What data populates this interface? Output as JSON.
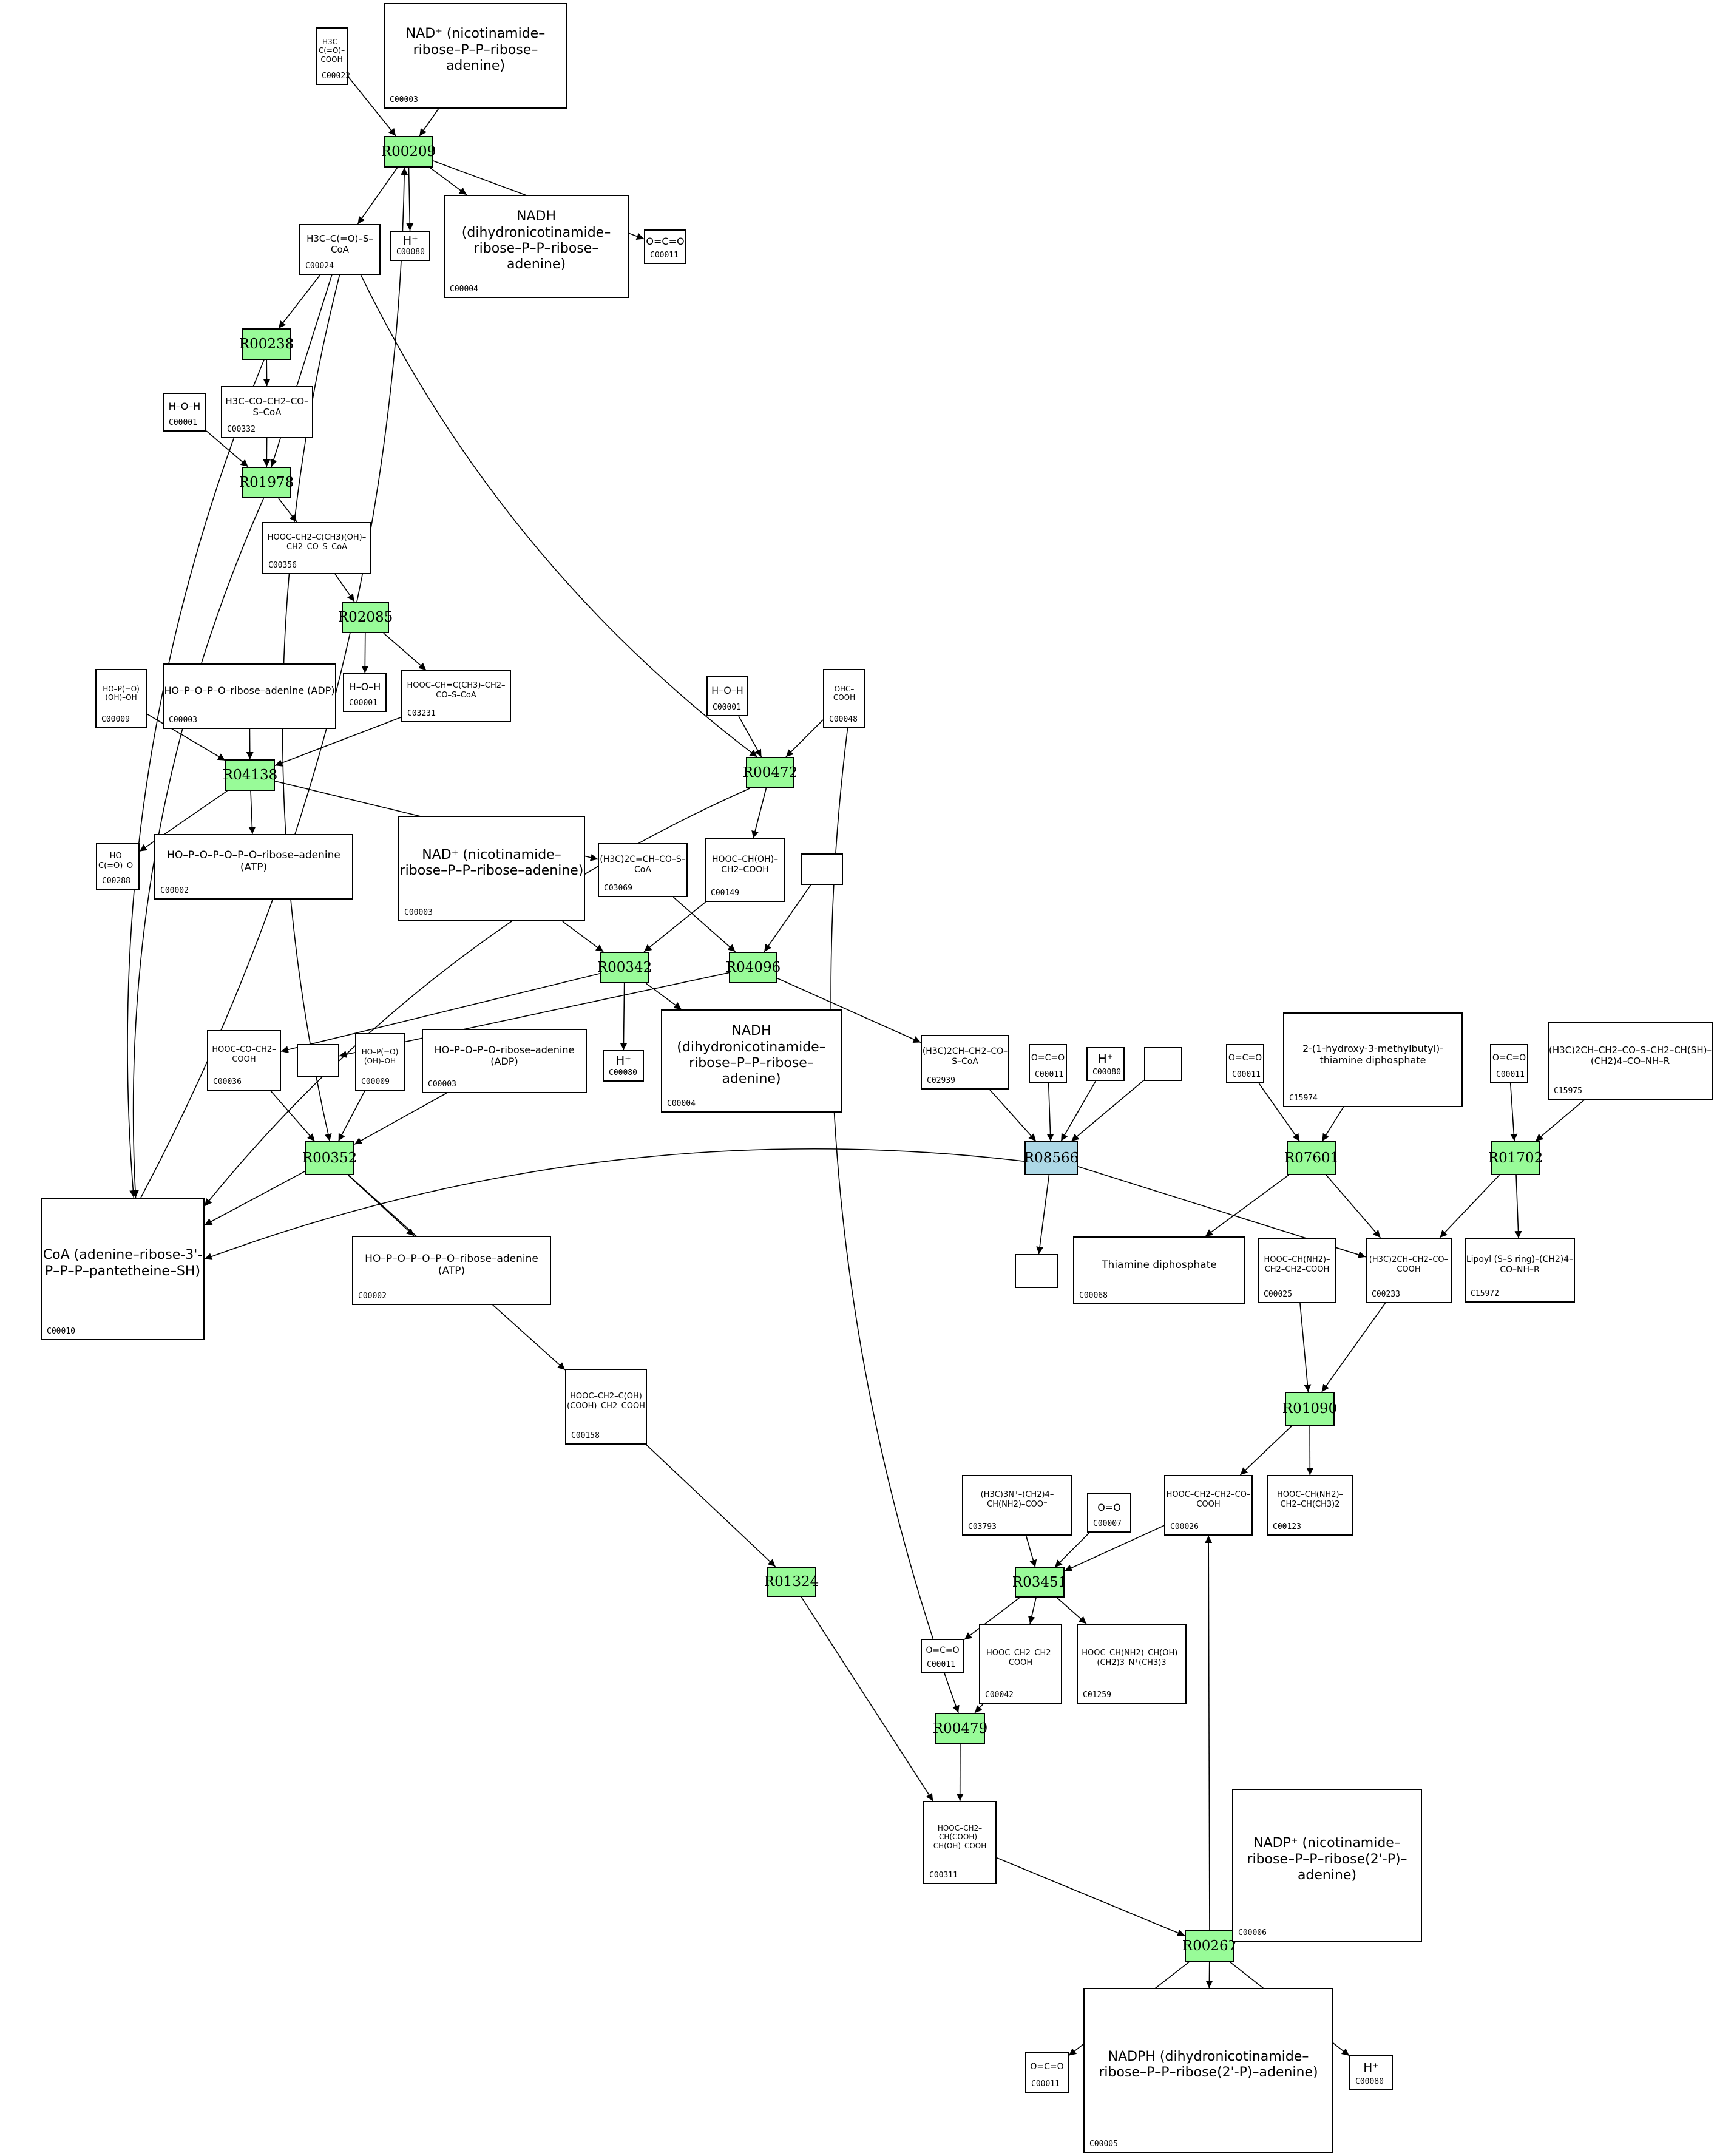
{
  "diagram": {
    "type": "metabolic-pathway",
    "colors": {
      "reaction_default": "#98fb98",
      "reaction_highlight": "#add8e6",
      "compound_bg": "#ffffff",
      "edge": "#000000"
    },
    "reactions": [
      {
        "id": "r1",
        "label": "R00209",
        "style": "green"
      },
      {
        "id": "r2",
        "label": "R00238",
        "style": "green"
      },
      {
        "id": "r3",
        "label": "R01978",
        "style": "green"
      },
      {
        "id": "r4",
        "label": "R02085",
        "style": "green"
      },
      {
        "id": "r5",
        "label": "R04138",
        "style": "green"
      },
      {
        "id": "r6",
        "label": "R00472",
        "style": "green"
      },
      {
        "id": "r7",
        "label": "R00342",
        "style": "green"
      },
      {
        "id": "r8",
        "label": "R04096",
        "style": "green"
      },
      {
        "id": "r9",
        "label": "R00352",
        "style": "green"
      },
      {
        "id": "r10",
        "label": "R08566",
        "style": "blue"
      },
      {
        "id": "r11",
        "label": "R07601",
        "style": "green"
      },
      {
        "id": "r12",
        "label": "R01702",
        "style": "green"
      },
      {
        "id": "r13",
        "label": "R01090",
        "style": "green"
      },
      {
        "id": "r14",
        "label": "R01324",
        "style": "green"
      },
      {
        "id": "r15",
        "label": "R03451",
        "style": "green"
      },
      {
        "id": "r16",
        "label": "R00479",
        "style": "green"
      },
      {
        "id": "r17",
        "label": "R00267",
        "style": "green"
      }
    ],
    "compounds": [
      {
        "id": "c1",
        "cid": "C00022",
        "structure": "H3C–C(=O)–COOH"
      },
      {
        "id": "c2",
        "cid": "C00003",
        "structure": "NAD⁺ (nicotinamide–ribose–P–P–ribose–adenine)"
      },
      {
        "id": "c3",
        "cid": "C00024",
        "structure": "H3C–C(=O)–S–CoA"
      },
      {
        "id": "c4",
        "cid": "C00080",
        "structure": "H⁺"
      },
      {
        "id": "c5",
        "cid": "C00004",
        "structure": "NADH (dihydronicotinamide–ribose–P–P–ribose–adenine)"
      },
      {
        "id": "c6",
        "cid": "C00011",
        "structure": "O=C=O"
      },
      {
        "id": "c7",
        "cid": "C00001",
        "structure": "H–O–H"
      },
      {
        "id": "c8",
        "cid": "C00332",
        "structure": "H3C–CO–CH2–CO–S–CoA"
      },
      {
        "id": "c9",
        "cid": "C00356",
        "structure": "HOOC–CH2–C(CH3)(OH)–CH2–CO–S–CoA"
      },
      {
        "id": "c10",
        "cid": "C00009",
        "structure": "HO–P(=O)(OH)–OH"
      },
      {
        "id": "c11",
        "cid": "C00003",
        "structure": "HO–P–O–P–O–ribose–adenine (ADP)"
      },
      {
        "id": "c12",
        "cid": "C00001",
        "structure": "H–O–H"
      },
      {
        "id": "c13",
        "cid": "C03231",
        "structure": "HOOC–CH=C(CH3)–CH2–CO–S–CoA"
      },
      {
        "id": "c14",
        "cid": "C00288",
        "structure": "HO–C(=O)–O⁻"
      },
      {
        "id": "c15",
        "cid": "C00002",
        "structure": "HO–P–O–P–O–P–O–ribose–adenine (ATP)"
      },
      {
        "id": "c16",
        "cid": "C00003",
        "structure": "NAD⁺ (nicotinamide–ribose–P–P–ribose–adenine)"
      },
      {
        "id": "c17",
        "cid": "C03069",
        "structure": "(H3C)2C=CH–CO–S–CoA"
      },
      {
        "id": "c18",
        "cid": "C00001",
        "structure": "H–O–H"
      },
      {
        "id": "c19",
        "cid": "C00048",
        "structure": "OHC–COOH"
      },
      {
        "id": "c20",
        "cid": "C00149",
        "structure": "HOOC–CH(OH)–CH2–COOH"
      },
      {
        "id": "c21",
        "cid": "",
        "structure": ""
      },
      {
        "id": "c22",
        "cid": "C00036",
        "structure": "HOOC–CO–CH2–COOH"
      },
      {
        "id": "c23",
        "cid": "",
        "structure": ""
      },
      {
        "id": "c24",
        "cid": "C00009",
        "structure": "HO–P(=O)(OH)–OH"
      },
      {
        "id": "c25",
        "cid": "C00003",
        "structure": "HO–P–O–P–O–ribose–adenine (ADP)"
      },
      {
        "id": "c26",
        "cid": "C00080",
        "structure": "H⁺"
      },
      {
        "id": "c27",
        "cid": "C00004",
        "structure": "NADH (dihydronicotinamide–ribose–P–P–ribose–adenine)"
      },
      {
        "id": "c28",
        "cid": "C02939",
        "structure": "(H3C)2CH–CH2–CO–S–CoA"
      },
      {
        "id": "c29",
        "cid": "C00011",
        "structure": "O=C=O"
      },
      {
        "id": "c30",
        "cid": "C00080",
        "structure": "H⁺"
      },
      {
        "id": "c31",
        "cid": "",
        "structure": ""
      },
      {
        "id": "c32",
        "cid": "",
        "structure": ""
      },
      {
        "id": "c33",
        "cid": "C00011",
        "structure": "O=C=O"
      },
      {
        "id": "c34",
        "cid": "C15974",
        "structure": "2-(1-hydroxy-3-methylbutyl)-thiamine diphosphate"
      },
      {
        "id": "c35",
        "cid": "C00011",
        "structure": "O=C=O"
      },
      {
        "id": "c36",
        "cid": "C15975",
        "structure": "(H3C)2CH–CH2–CO–S–CH2–CH(SH)–(CH2)4–CO–NH–R"
      },
      {
        "id": "c37",
        "cid": "C00068",
        "structure": "Thiamine diphosphate"
      },
      {
        "id": "c38",
        "cid": "C00025",
        "structure": "HOOC–CH(NH2)–CH2–CH2–COOH"
      },
      {
        "id": "c39",
        "cid": "C00233",
        "structure": "(H3C)2CH–CH2–CO–COOH"
      },
      {
        "id": "c40",
        "cid": "C15972",
        "structure": "Lipoyl (S–S ring)–(CH2)4–CO–NH–R"
      },
      {
        "id": "c41",
        "cid": "C00010",
        "structure": "CoA (adenine–ribose-3'-P–P–P–pantetheine–SH)"
      },
      {
        "id": "c42",
        "cid": "C00002",
        "structure": "HO–P–O–P–O–P–O–ribose–adenine (ATP)"
      },
      {
        "id": "c43",
        "cid": "C00158",
        "structure": "HOOC–CH2–C(OH)(COOH)–CH2–COOH"
      },
      {
        "id": "c44",
        "cid": "C00026",
        "structure": "HOOC–CH2–CH2–CO–COOH"
      },
      {
        "id": "c45",
        "cid": "C00123",
        "structure": "HOOC–CH(NH2)–CH2–CH(CH3)2"
      },
      {
        "id": "c46",
        "cid": "C03793",
        "structure": "(H3C)3N⁺–(CH2)4–CH(NH2)–COO⁻"
      },
      {
        "id": "c47",
        "cid": "C00007",
        "structure": "O=O"
      },
      {
        "id": "c48",
        "cid": "C00011",
        "structure": "O=C=O"
      },
      {
        "id": "c49",
        "cid": "C00042",
        "structure": "HOOC–CH2–CH2–COOH"
      },
      {
        "id": "c50",
        "cid": "C01259",
        "structure": "HOOC–CH(NH2)–CH(OH)–(CH2)3–N⁺(CH3)3"
      },
      {
        "id": "c51",
        "cid": "C00311",
        "structure": "HOOC–CH2–CH(COOH)–CH(OH)–COOH"
      },
      {
        "id": "c52",
        "cid": "C00006",
        "structure": "NADP⁺ (nicotinamide–ribose–P–P–ribose(2'-P)–adenine)"
      },
      {
        "id": "c53",
        "cid": "C00011",
        "structure": "O=C=O"
      },
      {
        "id": "c54",
        "cid": "C00005",
        "structure": "NADPH (dihydronicotinamide–ribose–P–P–ribose(2'-P)–adenine)"
      },
      {
        "id": "c55",
        "cid": "C00080",
        "structure": "H⁺"
      }
    ],
    "edges": [
      [
        "c1",
        "r1"
      ],
      [
        "c2",
        "r1"
      ],
      [
        "r1",
        "c3"
      ],
      [
        "r1",
        "c4"
      ],
      [
        "r1",
        "c5"
      ],
      [
        "r1",
        "c6"
      ],
      [
        "c41",
        "r1"
      ],
      [
        "c3",
        "r2"
      ],
      [
        "r2",
        "c8"
      ],
      [
        "r2",
        "c41"
      ],
      [
        "c7",
        "r3"
      ],
      [
        "c8",
        "r3"
      ],
      [
        "c3",
        "r3"
      ],
      [
        "r3",
        "c9"
      ],
      [
        "r3",
        "c41"
      ],
      [
        "c9",
        "r4"
      ],
      [
        "r4",
        "c12"
      ],
      [
        "r4",
        "c13"
      ],
      [
        "c10",
        "r5"
      ],
      [
        "c11",
        "r5"
      ],
      [
        "c13",
        "r5"
      ],
      [
        "r5",
        "c14"
      ],
      [
        "r5",
        "c15"
      ],
      [
        "r5",
        "c17"
      ],
      [
        "c3",
        "r6"
      ],
      [
        "c18",
        "r6"
      ],
      [
        "c19",
        "r6"
      ],
      [
        "r6",
        "c20"
      ],
      [
        "r6",
        "c41"
      ],
      [
        "c16",
        "r7"
      ],
      [
        "c20",
        "r7"
      ],
      [
        "r7",
        "c22"
      ],
      [
        "r7",
        "c26"
      ],
      [
        "r7",
        "c27"
      ],
      [
        "c17",
        "r8"
      ],
      [
        "c21",
        "r8"
      ],
      [
        "r8",
        "c23"
      ],
      [
        "r8",
        "c28"
      ],
      [
        "c3",
        "r9"
      ],
      [
        "c22",
        "r9"
      ],
      [
        "c24",
        "r9"
      ],
      [
        "c25",
        "r9"
      ],
      [
        "r9",
        "c41"
      ],
      [
        "r9",
        "c42"
      ],
      [
        "r9",
        "c43"
      ],
      [
        "c28",
        "r10"
      ],
      [
        "c29",
        "r10"
      ],
      [
        "c30",
        "r10"
      ],
      [
        "c31",
        "r10"
      ],
      [
        "r10",
        "c32"
      ],
      [
        "r10",
        "c41"
      ],
      [
        "r10",
        "c39"
      ],
      [
        "c33",
        "r11"
      ],
      [
        "c34",
        "r11"
      ],
      [
        "r11",
        "c37"
      ],
      [
        "r11",
        "c39"
      ],
      [
        "c35",
        "r12"
      ],
      [
        "c36",
        "r12"
      ],
      [
        "r12",
        "c39"
      ],
      [
        "r12",
        "c40"
      ],
      [
        "c38",
        "r13"
      ],
      [
        "c39",
        "r13"
      ],
      [
        "r13",
        "c44"
      ],
      [
        "r13",
        "c45"
      ],
      [
        "c43",
        "r14"
      ],
      [
        "r14",
        "c51"
      ],
      [
        "c46",
        "r15"
      ],
      [
        "c47",
        "r15"
      ],
      [
        "c44",
        "r15"
      ],
      [
        "r15",
        "c48"
      ],
      [
        "r15",
        "c49"
      ],
      [
        "r15",
        "c50"
      ],
      [
        "c19",
        "r16"
      ],
      [
        "c49",
        "r16"
      ],
      [
        "r16",
        "c51"
      ],
      [
        "c51",
        "r17"
      ],
      [
        "c52",
        "r17"
      ],
      [
        "r17",
        "c44"
      ],
      [
        "r17",
        "c53"
      ],
      [
        "r17",
        "c54"
      ],
      [
        "r17",
        "c55"
      ]
    ]
  }
}
